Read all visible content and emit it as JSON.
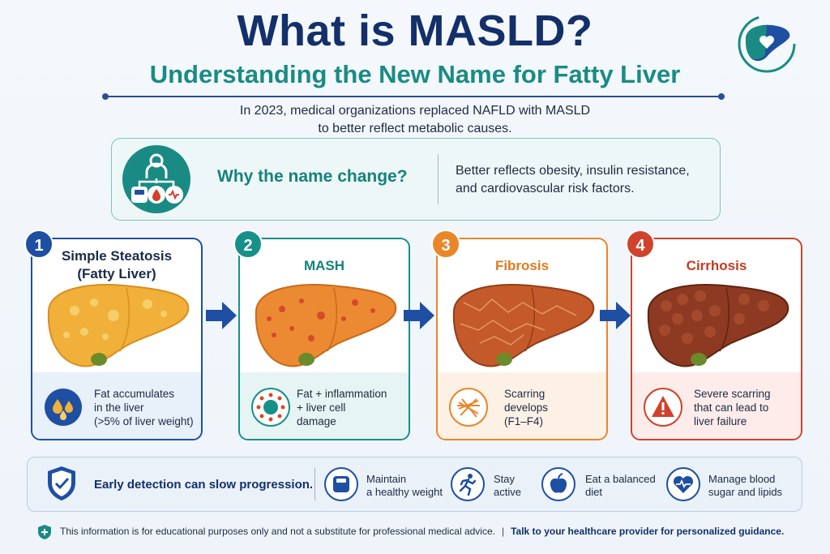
{
  "header": {
    "title": "What is MASLD?",
    "subtitle": "Understanding the New Name for Fatty Liver",
    "intro_line1": "In 2023, medical organizations replaced NAFLD with MASLD",
    "intro_line2": "to better reflect metabolic causes."
  },
  "why": {
    "title": "Why the name change?",
    "text_line1": "Better reflects obesity, insulin resistance,",
    "text_line2": "and cardiovascular risk factors."
  },
  "stages": [
    {
      "number": "1",
      "name_line1": "Simple Steatosis",
      "name_line2": "(Fatty Liver)",
      "desc_line1": "Fat accumulates",
      "desc_line2": "in the liver",
      "desc_line3": "(>5% of liver weight)",
      "color": "#1e4fa3",
      "icon": "fat-droplets-icon"
    },
    {
      "number": "2",
      "name_line1": "MASH",
      "desc_line1": "Fat + inflammation",
      "desc_line2": "+ liver cell",
      "desc_line3": "damage",
      "color": "#179089",
      "icon": "inflamed-cell-icon"
    },
    {
      "number": "3",
      "name_line1": "Fibrosis",
      "desc_line1": "Scarring",
      "desc_line2": "develops",
      "desc_line3": "(F1–F4)",
      "color": "#e9862a",
      "icon": "scar-tissue-icon"
    },
    {
      "number": "4",
      "name_line1": "Cirrhosis",
      "desc_line1": "Severe scarring",
      "desc_line2": "that can lead to",
      "desc_line3": "liver failure",
      "color": "#d1422c",
      "icon": "warning-icon"
    }
  ],
  "bottom": {
    "early_detection": "Early detection can slow progression.",
    "tips": [
      {
        "line1": "Maintain",
        "line2": "a healthy weight",
        "icon": "scale-icon"
      },
      {
        "line1": "Stay",
        "line2": "active",
        "icon": "running-person-icon"
      },
      {
        "line1": "Eat a balanced",
        "line2": "diet",
        "icon": "apple-icon"
      },
      {
        "line1": "Manage blood",
        "line2": "sugar and lipids",
        "icon": "heart-pulse-icon"
      }
    ]
  },
  "footer": {
    "disclaimer": "This information is for educational purposes only and not a substitute for professional medical advice.",
    "separator": "|",
    "guidance": "Talk to your healthcare provider for personalized guidance."
  },
  "colors": {
    "navy": "#13306a",
    "teal": "#1a8b84",
    "blue": "#1e4fa3",
    "orange": "#e9862a",
    "red": "#d1422c"
  }
}
